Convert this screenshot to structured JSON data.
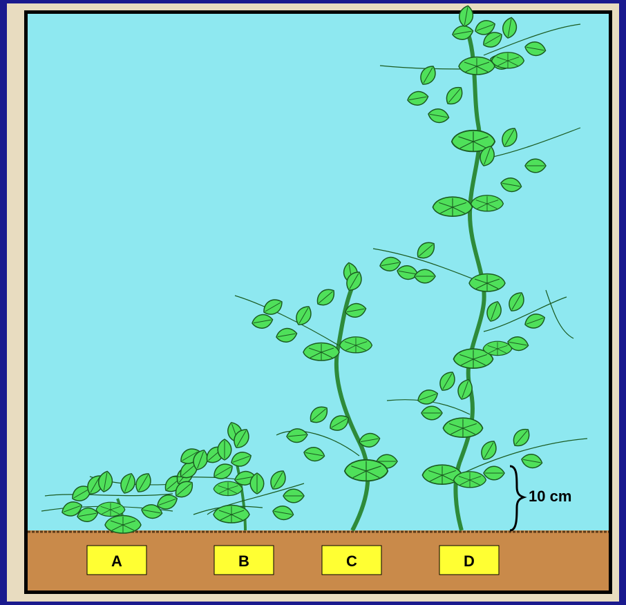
{
  "plants": [
    {
      "id": "A",
      "label": "A"
    },
    {
      "id": "B",
      "label": "B"
    },
    {
      "id": "C",
      "label": "C"
    },
    {
      "id": "D",
      "label": "D"
    }
  ],
  "scale": {
    "label": "10 cm"
  },
  "colors": {
    "outer_border": "#1a1a8e",
    "frame": "#e8dcc0",
    "sky": "#8ee8f0",
    "soil": "#c98a4a",
    "stem": "#2e8b3a",
    "leaf": "#4fe05a",
    "leaf_edge": "#1a5a20",
    "label_box": "#ffff33"
  }
}
